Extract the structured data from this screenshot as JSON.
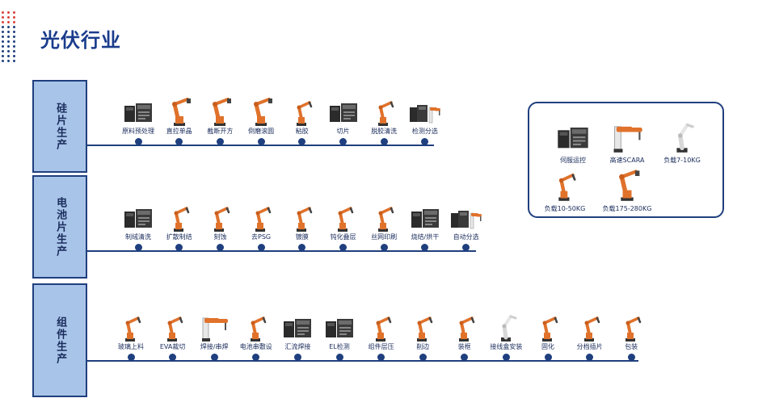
{
  "page": {
    "title": "光伏行业"
  },
  "colors": {
    "navy": "#1f3f7e",
    "section_fill": "#a8c4e8",
    "robot_orange": "#e0722b",
    "deco_red": "#d9433a"
  },
  "sections": [
    {
      "label": "硅片生产",
      "stations": [
        {
          "label": "原料预处理",
          "icon": "servo-drive-icon"
        },
        {
          "label": "直拉单晶",
          "icon": "industrial-robot-arm-icon"
        },
        {
          "label": "截断开方",
          "icon": "industrial-robot-arm-icon"
        },
        {
          "label": "倒磨滚圆",
          "icon": "industrial-robot-arm-icon"
        },
        {
          "label": "粘胶",
          "icon": "small-robot-arm-icon"
        },
        {
          "label": "切片",
          "icon": "servo-drive-icon"
        },
        {
          "label": "脱胶清洗",
          "icon": "small-robot-arm-icon"
        },
        {
          "label": "检测分选",
          "icon": "servo-scara-combo-icon"
        }
      ]
    },
    {
      "label": "电池片生产",
      "stations": [
        {
          "label": "制绒清洗",
          "icon": "servo-drive-icon"
        },
        {
          "label": "扩散制结",
          "icon": "small-robot-arm-icon"
        },
        {
          "label": "刻蚀",
          "icon": "small-robot-arm-icon"
        },
        {
          "label": "去PSG",
          "icon": "small-robot-arm-icon"
        },
        {
          "label": "镀膜",
          "icon": "small-robot-arm-icon"
        },
        {
          "label": "钝化叠层",
          "icon": "small-robot-arm-icon"
        },
        {
          "label": "丝网印刷",
          "icon": "small-robot-arm-icon"
        },
        {
          "label": "烧结/烘干",
          "icon": "servo-drive-icon"
        },
        {
          "label": "自动分选",
          "icon": "servo-scara-combo-icon"
        }
      ]
    },
    {
      "label": "组件生产",
      "stations": [
        {
          "label": "玻璃上料",
          "icon": "small-robot-arm-icon"
        },
        {
          "label": "EVA裁切",
          "icon": "small-robot-arm-icon"
        },
        {
          "label": "焊接/串焊",
          "icon": "scara-robot-icon"
        },
        {
          "label": "电池串敷设",
          "icon": "small-robot-arm-icon"
        },
        {
          "label": "汇流焊接",
          "icon": "servo-drive-icon"
        },
        {
          "label": "EL检测",
          "icon": "servo-drive-icon"
        },
        {
          "label": "组件层压",
          "icon": "small-robot-arm-icon"
        },
        {
          "label": "削边",
          "icon": "small-robot-arm-icon"
        },
        {
          "label": "装框",
          "icon": "small-robot-arm-icon"
        },
        {
          "label": "接线盒安装",
          "icon": "white-cobot-icon"
        },
        {
          "label": "固化",
          "icon": "small-robot-arm-icon"
        },
        {
          "label": "分档插片",
          "icon": "small-robot-arm-icon"
        },
        {
          "label": "包装",
          "icon": "small-robot-arm-icon"
        }
      ]
    }
  ],
  "legend": {
    "items": [
      {
        "label": "伺服运控",
        "icon": "servo-drive-icon"
      },
      {
        "label": "高速SCARA",
        "icon": "scara-robot-icon"
      },
      {
        "label": "负载7-10KG",
        "icon": "white-cobot-icon"
      },
      {
        "label": "负载10-50KG",
        "icon": "small-robot-arm-icon"
      },
      {
        "label": "负载175-280KG",
        "icon": "industrial-robot-arm-icon"
      }
    ]
  }
}
